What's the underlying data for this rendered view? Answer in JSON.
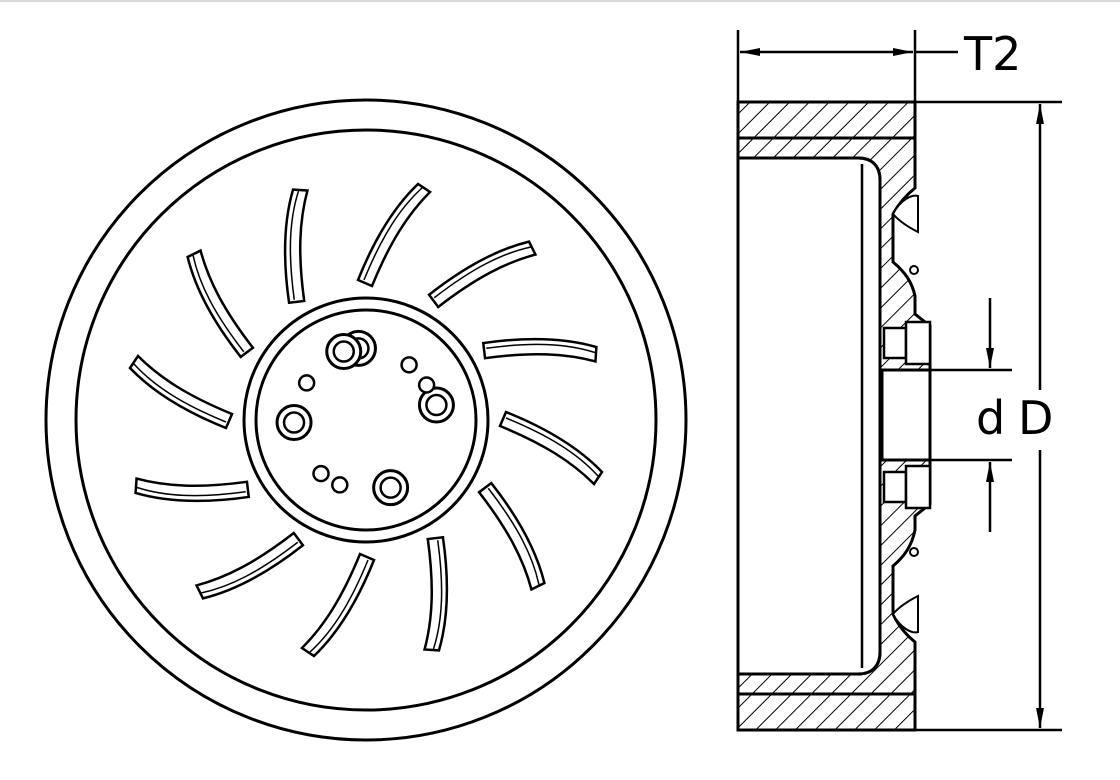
{
  "drawing": {
    "subject": "grinding wheel",
    "segment_count": 12,
    "center_hole_count": 5,
    "small_hole_count": 5,
    "line_color": "#000000",
    "hatch_color": "#000000",
    "background_color": "#ffffff"
  },
  "dimensions": {
    "thickness_label": "T2",
    "bore_label": "d",
    "diameter_label": "D"
  }
}
